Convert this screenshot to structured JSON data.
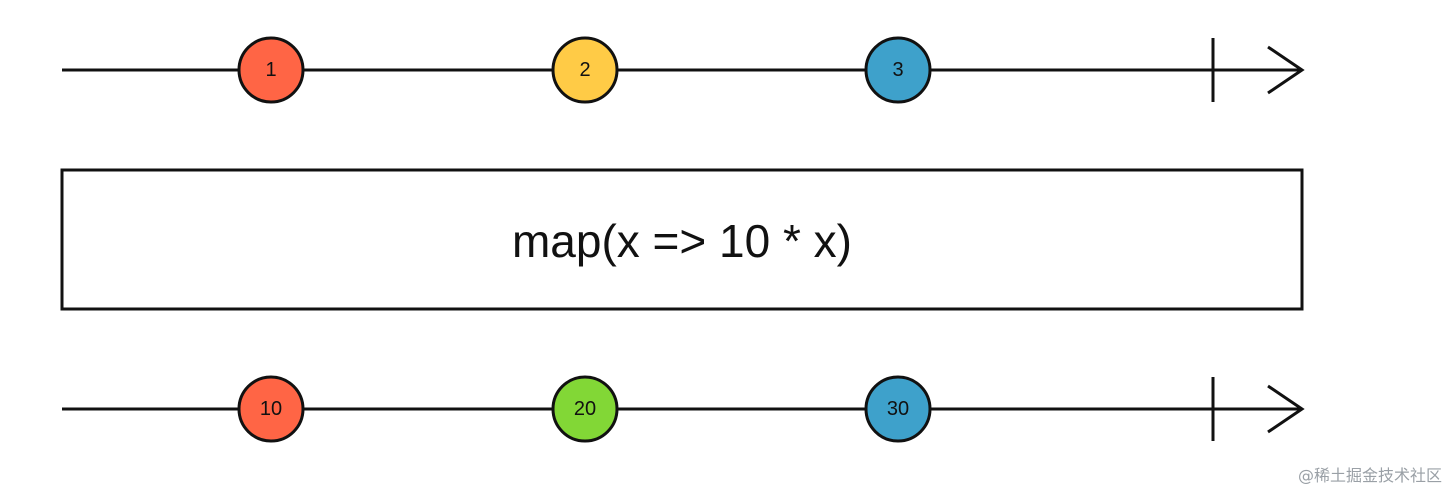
{
  "input_stream": {
    "marbles": [
      {
        "label": "1",
        "color": "#ff6545"
      },
      {
        "label": "2",
        "color": "#ffcb46"
      },
      {
        "label": "3",
        "color": "#3ea1cb"
      }
    ],
    "completed": true
  },
  "operator": {
    "label": "map(x => 10 * x)"
  },
  "output_stream": {
    "marbles": [
      {
        "label": "10",
        "color": "#ff6545"
      },
      {
        "label": "20",
        "color": "#82d736"
      },
      {
        "label": "30",
        "color": "#3ea1cb"
      }
    ],
    "completed": true
  },
  "watermark": "@稀土掘金技术社区",
  "colors": {
    "stroke": "#111111",
    "background": "#ffffff"
  }
}
